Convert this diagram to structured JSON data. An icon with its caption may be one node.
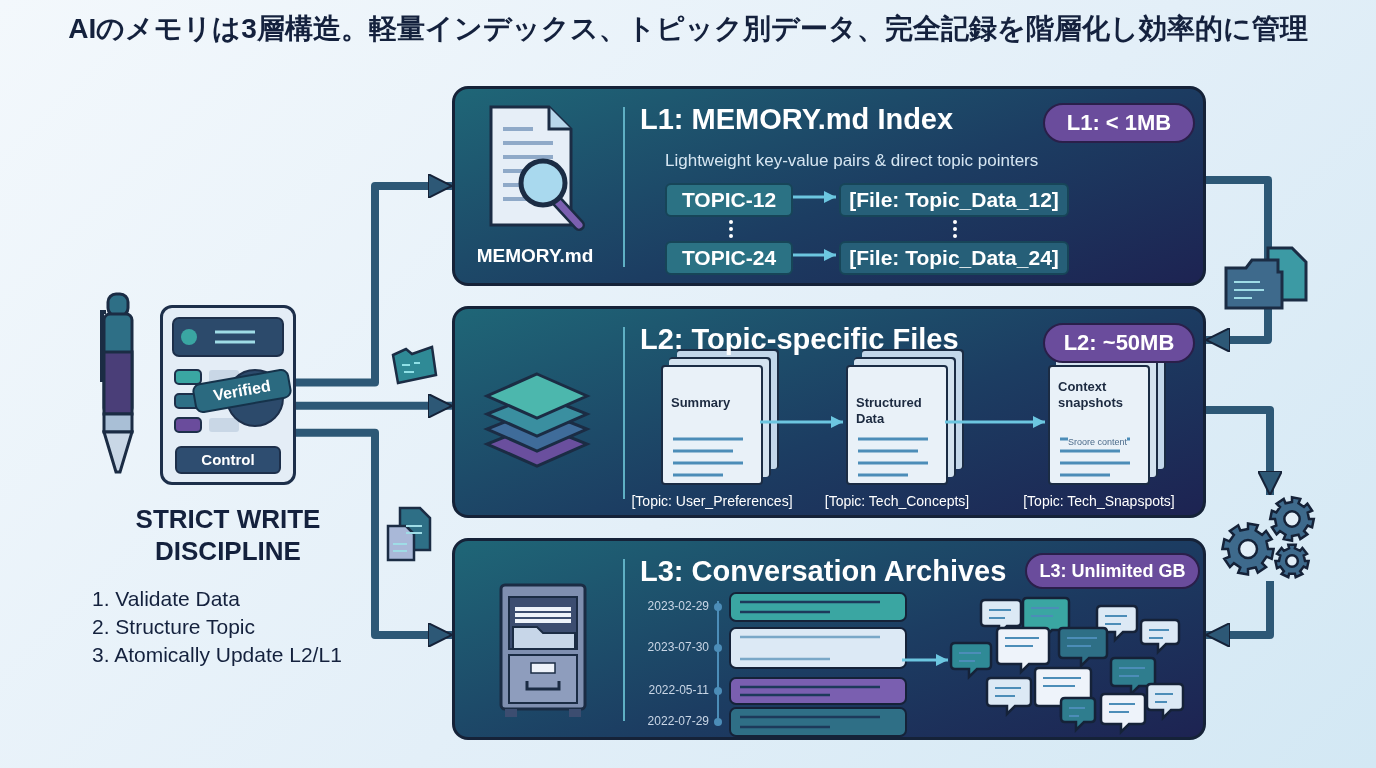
{
  "diagram": {
    "title": "AIのメモリは3層構造。軽量インデックス、トピック別データ、完全記録を階層化し効率的に管理",
    "nodes": [
      {
        "text": [
          "Verified",
          "Control"
        ],
        "beside": [
          "STRICT WRITE DISCIPLINE",
          "1. Validate Data",
          "2. Structure Topic",
          "3. Atomically Update L2/L1"
        ]
      },
      {
        "text": [
          "L1: MEMORY.md Index",
          "Lightweight key-value pairs & direct topic pointers"
        ]
      },
      {
        "text": [
          "L1: < 1MB"
        ],
        "in": 1
      },
      {
        "text": [
          "MEMORY.md"
        ],
        "in": 1
      },
      {
        "text": [
          "TOPIC-12"
        ],
        "in": 1
      },
      {
        "text": [
          "[File: Topic_Data_12]"
        ],
        "in": 1
      },
      {
        "text": [
          "TOPIC-24"
        ],
        "in": 1
      },
      {
        "text": [
          "[File: Topic_Data_24]"
        ],
        "in": 1
      },
      {
        "text": [
          "L2: Topic-specific Files"
        ]
      },
      {
        "text": [
          "L2: ~50MB"
        ],
        "in": 8
      },
      {
        "text": [
          "Summary"
        ],
        "beside": [
          "[Topic: User_Preferences]"
        ],
        "in": 8
      },
      {
        "text": [
          "Structured Data"
        ],
        "beside": [
          "[Topic: Tech_Concepts]"
        ],
        "in": 8
      },
      {
        "text": [
          "Context snapshots",
          "Sroore content"
        ],
        "beside": [
          "[Topic: Tech_Snapspots]"
        ],
        "in": 8
      },
      {
        "text": [
          "L3: Conversation Archives"
        ]
      },
      {
        "text": [
          "L3: Unlimited GB"
        ],
        "in": 13
      },
      {
        "text": [
          "2023-02-29",
          "2023-07-30",
          "2022-05-11",
          "2022-07-29"
        ],
        "in": 13
      },
      {
        "text": [],
        "shape": "picture",
        "in": 13
      },
      {
        "text": [],
        "shape": "picture"
      }
    ],
    "edges": [
      {
        "from": 0,
        "to": 1,
        "arrow": "to"
      },
      {
        "from": 0,
        "to": 8,
        "arrow": "to"
      },
      {
        "from": 0,
        "to": 13,
        "arrow": "to"
      },
      {
        "from": 4,
        "to": 5,
        "arrow": "to",
        "color": "#6cc6e0"
      },
      {
        "from": 6,
        "to": 7,
        "arrow": "to",
        "color": "#6cc6e0"
      },
      {
        "from": 10,
        "to": 11,
        "arrow": "to",
        "color": "#6cc6e0"
      },
      {
        "from": 11,
        "to": 12,
        "arrow": "to",
        "color": "#6cc6e0"
      },
      {
        "from": 15,
        "to": 16,
        "arrow": "to",
        "color": "#6cc6e0"
      },
      {
        "from": 1,
        "to": 8,
        "arrow": "to"
      },
      {
        "from": 8,
        "to": 17,
        "arrow": "to"
      },
      {
        "from": 17,
        "to": 13,
        "arrow": "to"
      }
    ]
  }
}
